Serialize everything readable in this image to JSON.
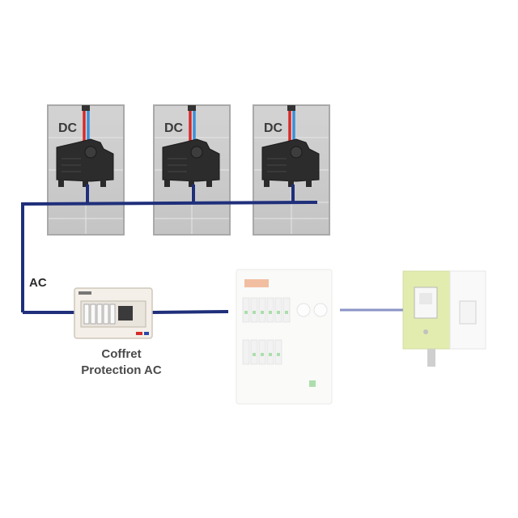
{
  "labels": {
    "dc": "DC",
    "ac": "AC",
    "coffret_line1": "Coffret",
    "coffret_line2": "Protection AC"
  },
  "panels": [
    {
      "id": "panel-1",
      "label": "DC"
    },
    {
      "id": "panel-2",
      "label": "DC"
    },
    {
      "id": "panel-3",
      "label": "DC"
    }
  ],
  "colors": {
    "ac_cable": "#1f2f7a",
    "ac_cable_faded": "#8a93c4",
    "dc_positive": "#d62a2a",
    "dc_negative": "#3c8fd9",
    "panel": "#c9c9c9",
    "microinverter": "#2c2c2c",
    "meter_box": "#cfe07a"
  }
}
